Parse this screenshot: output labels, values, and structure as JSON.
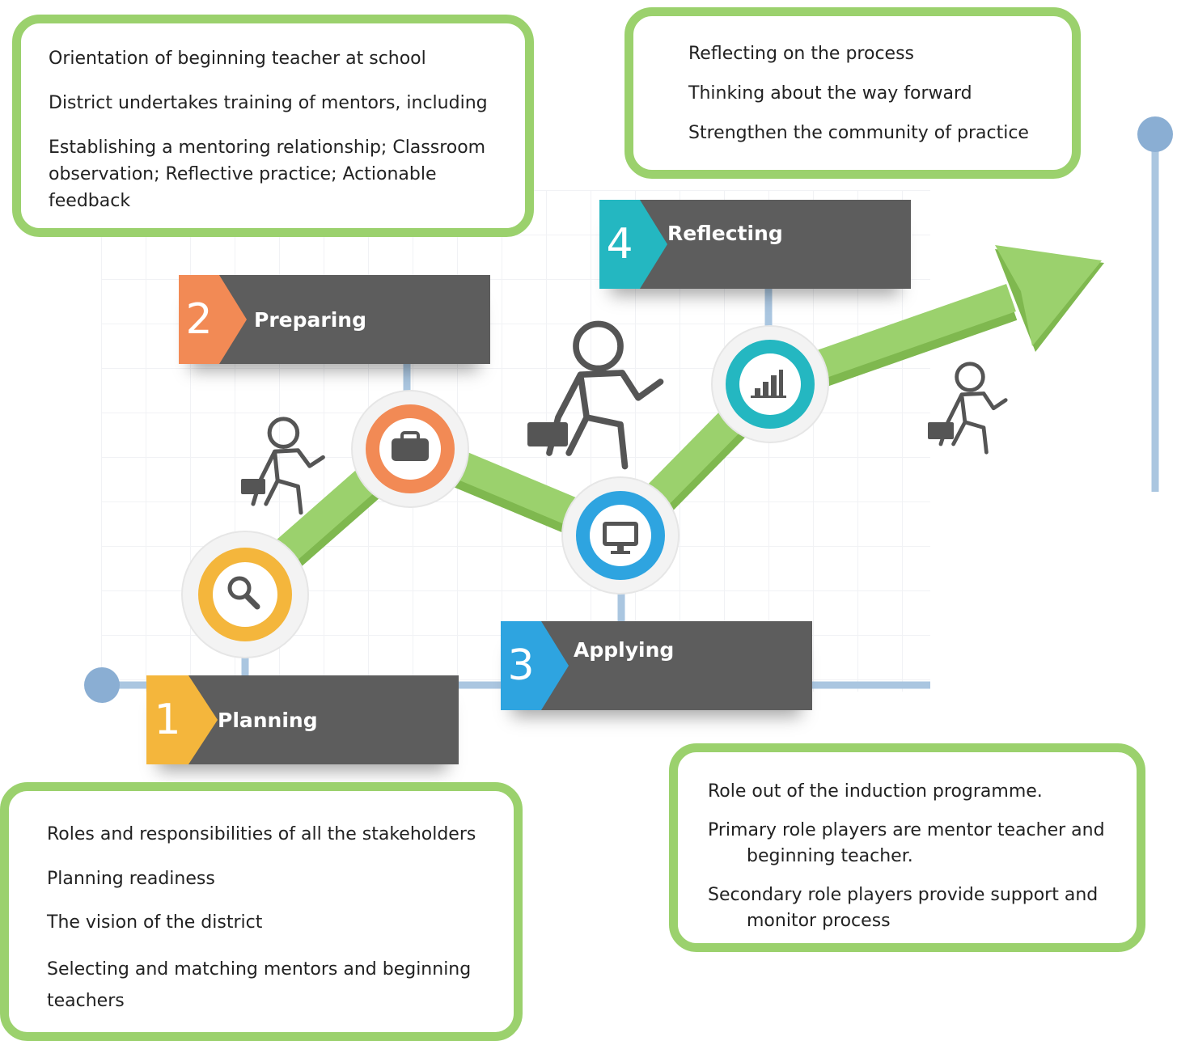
{
  "steps": [
    {
      "number": "1",
      "label": "Planning",
      "color": "#f4b63c"
    },
    {
      "number": "2",
      "label": "Preparing",
      "color": "#f28a55"
    },
    {
      "number": "3",
      "label": "Applying",
      "color": "#2ea4e0"
    },
    {
      "number": "4",
      "label": "Reflecting",
      "color": "#24b7c1"
    }
  ],
  "boxes": {
    "preparing_notes": [
      "Orientation of beginning teacher at school",
      "District undertakes training of mentors, including",
      "Establishing a mentoring relationship; Classroom observation; Reflective practice; Actionable feedback"
    ],
    "reflecting_notes": [
      "Reflecting on the process",
      "Thinking about the way forward",
      "Strengthen the community of practice"
    ],
    "planning_notes": [
      "Roles and responsibilities of all the stakeholders",
      "Planning readiness",
      "The vision of the district",
      "Selecting and matching mentors and beginning teachers"
    ],
    "applying_notes": [
      "Role out of the induction programme.",
      "Primary role players are mentor teacher and",
      "beginning teacher.",
      "Secondary role players provide support and",
      "monitor process"
    ]
  },
  "icons": [
    "magnifier-icon",
    "briefcase-icon",
    "monitor-icon",
    "bar-chart-icon",
    "walking-person-icon"
  ],
  "colors": {
    "arrow": "#9bd16d",
    "axis": "#9ebedb",
    "bar": "#5d5d5d"
  }
}
